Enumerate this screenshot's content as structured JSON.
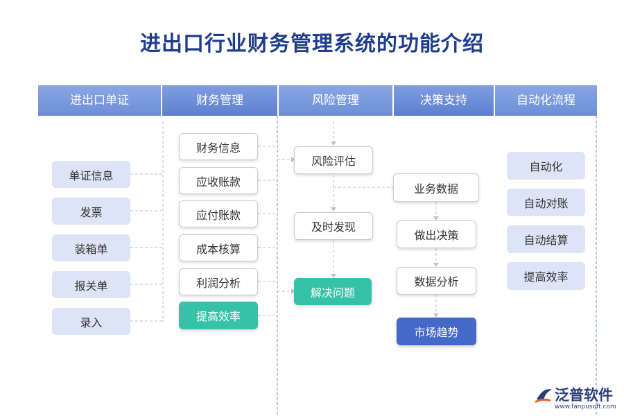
{
  "title": "进出口行业财务管理系统的功能介绍",
  "header": [
    "进出口单证",
    "财务管理",
    "风险管理",
    "决策支持",
    "自动化流程"
  ],
  "col1": [
    "单证信息",
    "发票",
    "装箱单",
    "报关单",
    "录入"
  ],
  "col2": [
    "财务信息",
    "应收账款",
    "应付账款",
    "成本核算",
    "利润分析",
    "提高效率"
  ],
  "col3": [
    "风险评估",
    "及时发现",
    "解决问题"
  ],
  "col4": [
    "业务数据",
    "做出决策",
    "数据分析",
    "市场趋势"
  ],
  "col5": [
    "自动化",
    "自动对账",
    "自动结算",
    "提高效率"
  ],
  "logo": {
    "name": "泛普软件",
    "url": "www.fanpusoft.com"
  },
  "colors": {
    "title": "#1f3d8c",
    "header": "#6d8ed8",
    "light_box": "#dde4f6",
    "teal": "#35c2a9",
    "navy": "#4569c9"
  }
}
